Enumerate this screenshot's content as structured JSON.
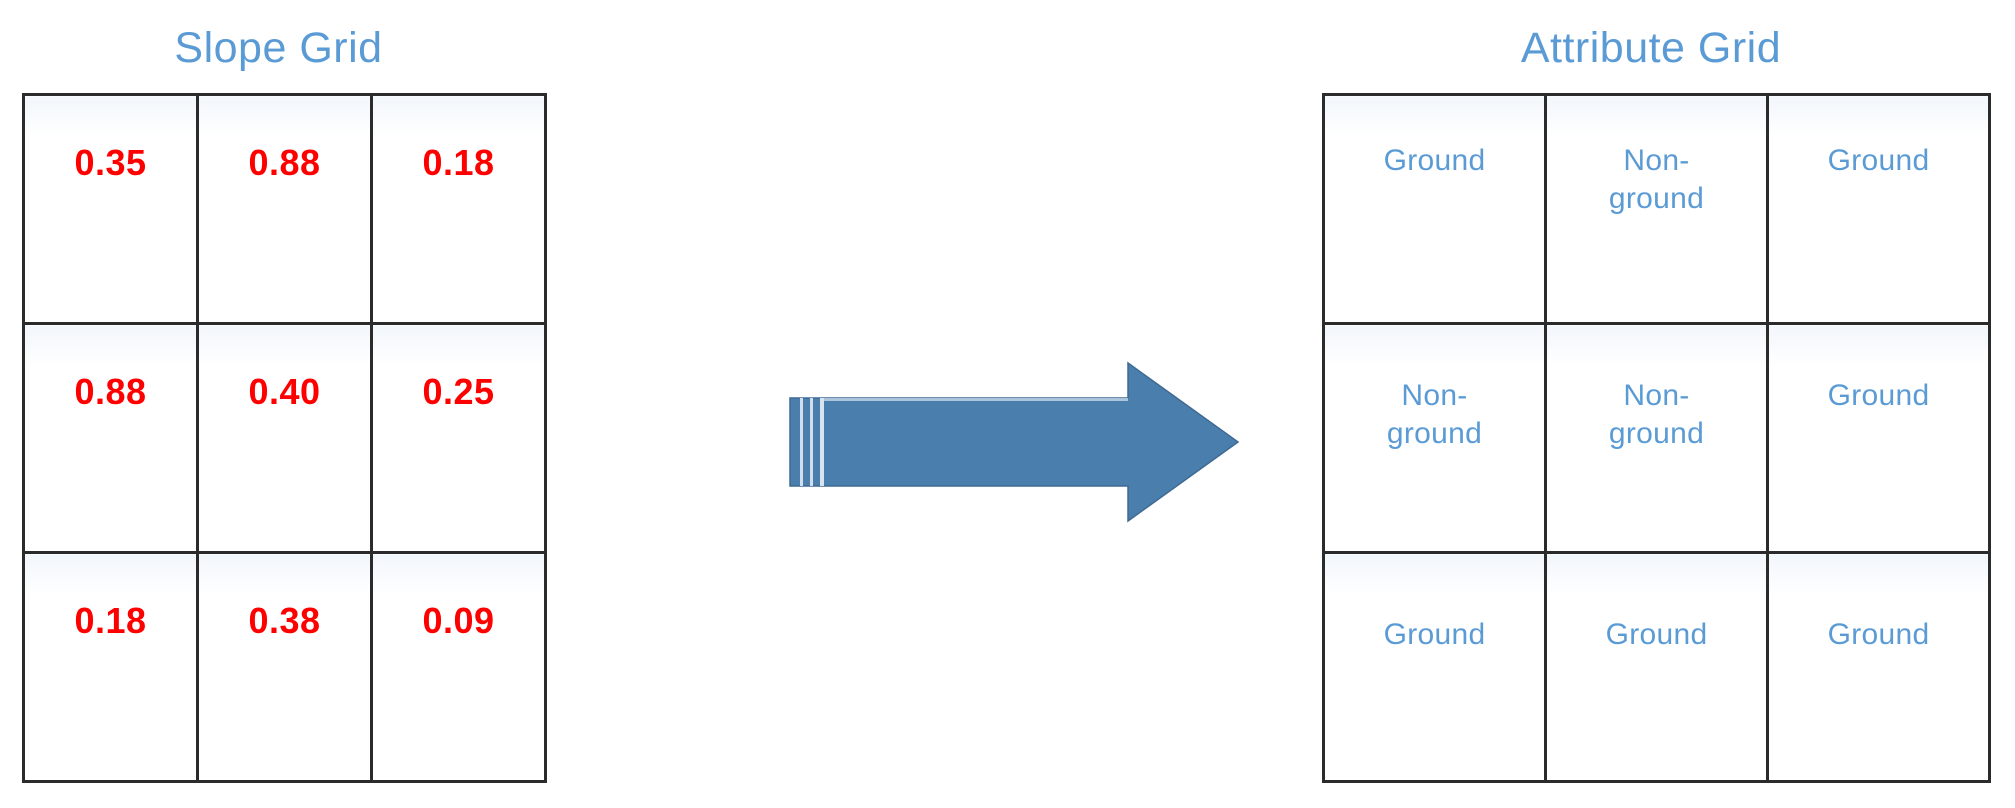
{
  "slope_grid": {
    "title": "Slope Grid",
    "title_color": "#5B9BD5",
    "value_color": "#FF0000",
    "rows": [
      [
        "0.35",
        "0.88",
        "0.18"
      ],
      [
        "0.88",
        "0.40",
        "0.25"
      ],
      [
        "0.18",
        "0.38",
        "0.09"
      ]
    ]
  },
  "attribute_grid": {
    "title": "Attribute Grid",
    "title_color": "#5B9BD5",
    "value_color": "#5B9BD5",
    "rows": [
      [
        "Ground",
        "Non-\nground",
        "Ground"
      ],
      [
        "Non-\nground",
        "Non-\nground",
        "Ground"
      ],
      [
        "Ground",
        "Ground",
        "Ground"
      ]
    ]
  },
  "arrow": {
    "icon": "right-arrow-icon",
    "direction": "right",
    "color": "#4A7EAD",
    "edge_color": "#3E6A93"
  },
  "chart_data": {
    "type": "table",
    "title": "Slope Grid to Attribute Grid classification",
    "panels": [
      {
        "name": "Slope Grid",
        "cells": [
          [
            0.35,
            0.88,
            0.18
          ],
          [
            0.88,
            0.4,
            0.25
          ],
          [
            0.18,
            0.38,
            0.09
          ]
        ]
      },
      {
        "name": "Attribute Grid",
        "cells": [
          [
            "Ground",
            "Non-ground",
            "Ground"
          ],
          [
            "Non-ground",
            "Non-ground",
            "Ground"
          ],
          [
            "Ground",
            "Ground",
            "Ground"
          ]
        ]
      }
    ]
  }
}
